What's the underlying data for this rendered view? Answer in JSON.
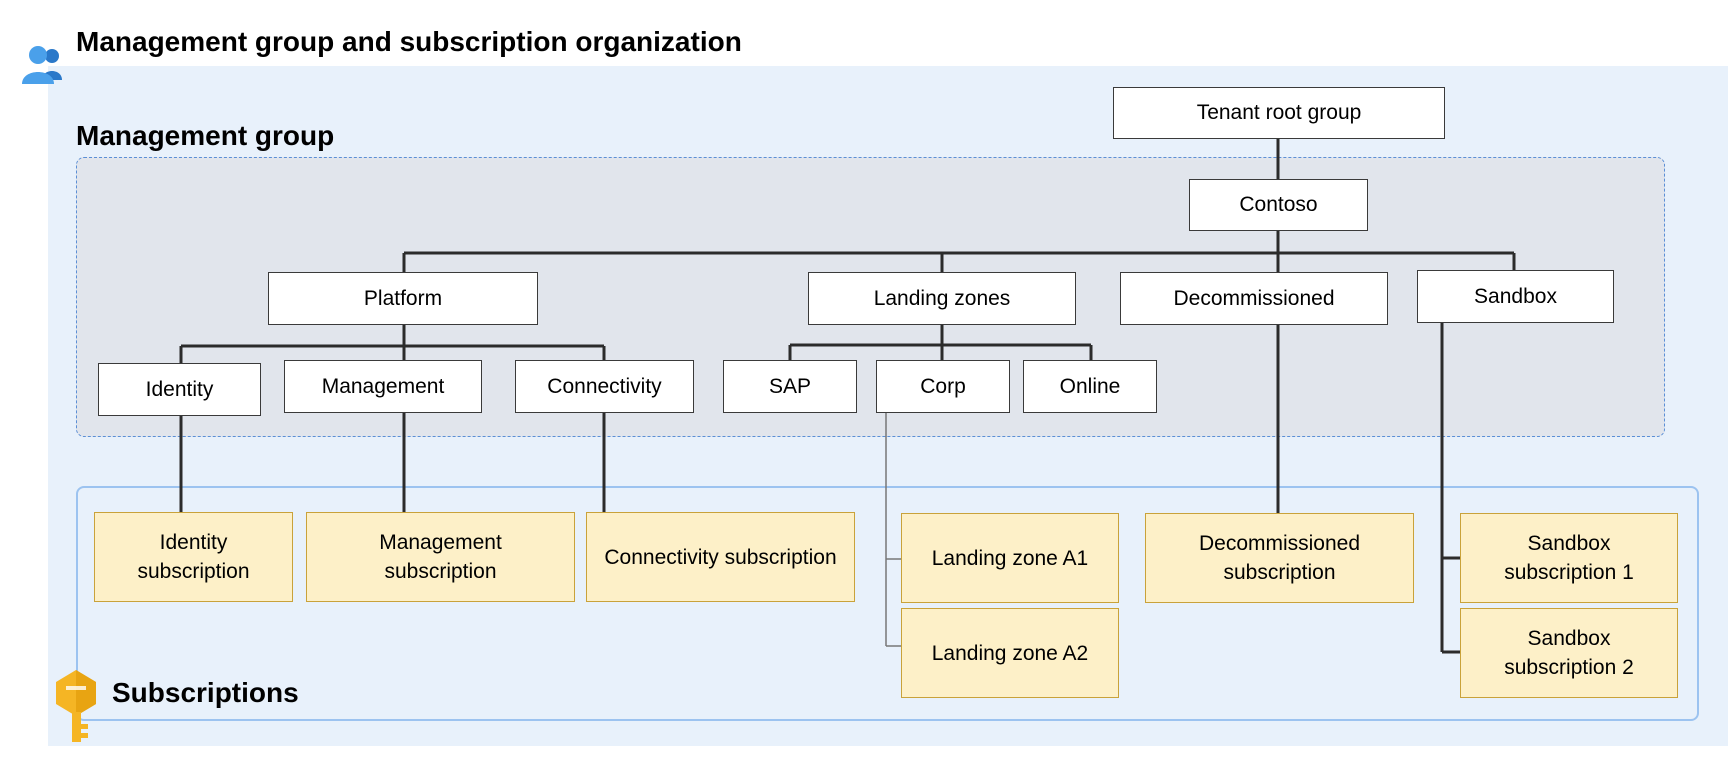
{
  "title": "Management group and subscription organization",
  "labels": {
    "management_group": "Management group",
    "subscriptions": "Subscriptions"
  },
  "icons": {
    "users": "users-icon",
    "key": "key-icon"
  },
  "colors": {
    "canvas": "#e8f1fb",
    "management_group_area": "#e1e5ec",
    "subscription_fill": "#fdf0c8",
    "subscription_border": "#c9a23a",
    "area_border": "#5b8fd6"
  },
  "management_groups": {
    "tenant_root": "Tenant root group",
    "contoso": "Contoso",
    "platform": "Platform",
    "landing_zones": "Landing zones",
    "decommissioned": "Decommissioned",
    "sandbox": "Sandbox",
    "identity": "Identity",
    "management": "Management",
    "connectivity": "Connectivity",
    "sap": "SAP",
    "corp": "Corp",
    "online": "Online"
  },
  "subscriptions": {
    "identity": "Identity subscription",
    "management": "Management subscription",
    "connectivity": "Connectivity subscription",
    "landing_zone_a1": "Landing zone A1",
    "landing_zone_a2": "Landing zone A2",
    "decommissioned": "Decommissioned subscription",
    "sandbox_1": "Sandbox subscription 1",
    "sandbox_2": "Sandbox subscription 2"
  }
}
